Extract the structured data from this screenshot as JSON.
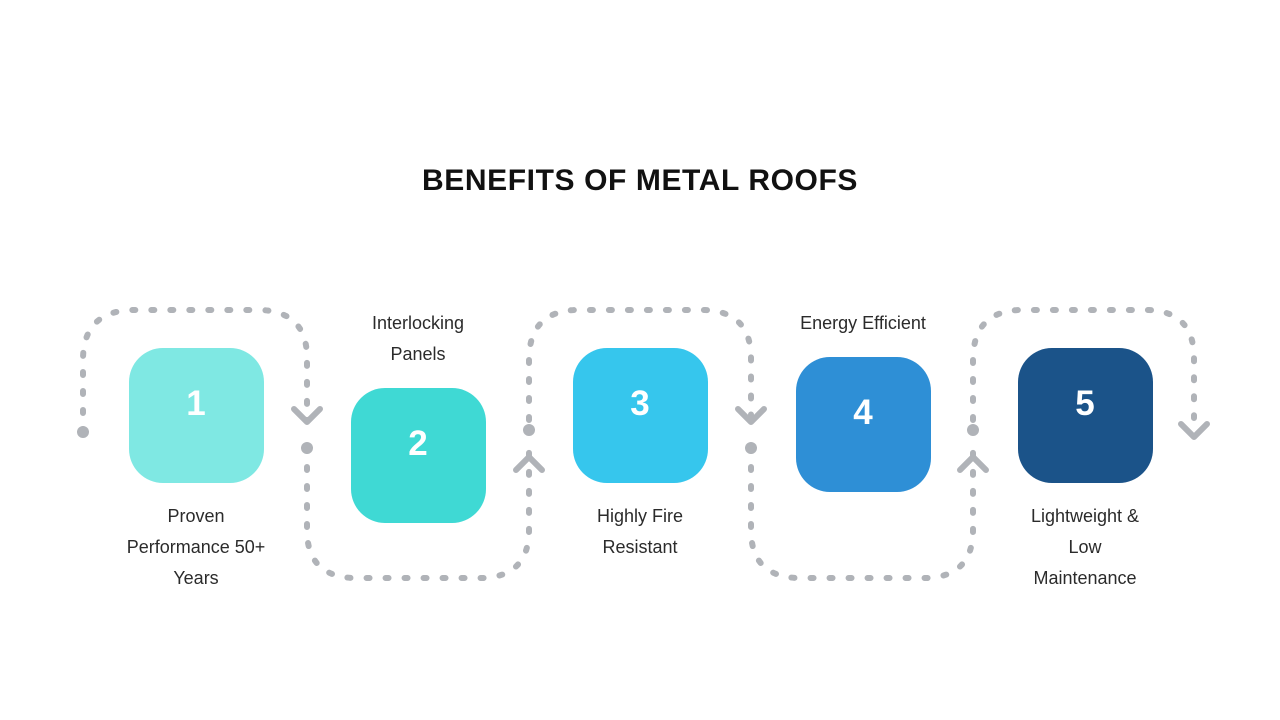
{
  "title": "BENEFITS OF METAL ROOFS",
  "colors": {
    "step1": "#7fe8e3",
    "step2": "#3fd9d4",
    "step3": "#36c6ed",
    "step4": "#2e8fd6",
    "step5": "#1b5389",
    "connector": "#b0b3b8",
    "title_text": "#111111",
    "label_text": "#2b2b2b",
    "number_text": "#ffffff",
    "background": "#ffffff"
  },
  "steps": [
    {
      "number": "1",
      "label": "Proven Performance 50+ Years",
      "color": "#7fe8e3",
      "label_position": "below"
    },
    {
      "number": "2",
      "label": "Interlocking Panels",
      "color": "#3fd9d4",
      "label_position": "above"
    },
    {
      "number": "3",
      "label": "Highly Fire Resistant",
      "color": "#36c6ed",
      "label_position": "below"
    },
    {
      "number": "4",
      "label": "Energy Efficient",
      "color": "#2e8fd6",
      "label_position": "above"
    },
    {
      "number": "5",
      "label": "Lightweight & Low Maintenance",
      "color": "#1b5389",
      "label_position": "below"
    }
  ],
  "connectors": [
    {
      "name": "start-dot",
      "type": "dot"
    },
    {
      "name": "arrow-after-step-1",
      "type": "chevron-down"
    },
    {
      "name": "arrow-after-step-2",
      "type": "chevron-up"
    },
    {
      "name": "arrow-after-step-3",
      "type": "chevron-down"
    },
    {
      "name": "arrow-after-step-4",
      "type": "chevron-up"
    },
    {
      "name": "end-arrow",
      "type": "chevron-down"
    }
  ]
}
